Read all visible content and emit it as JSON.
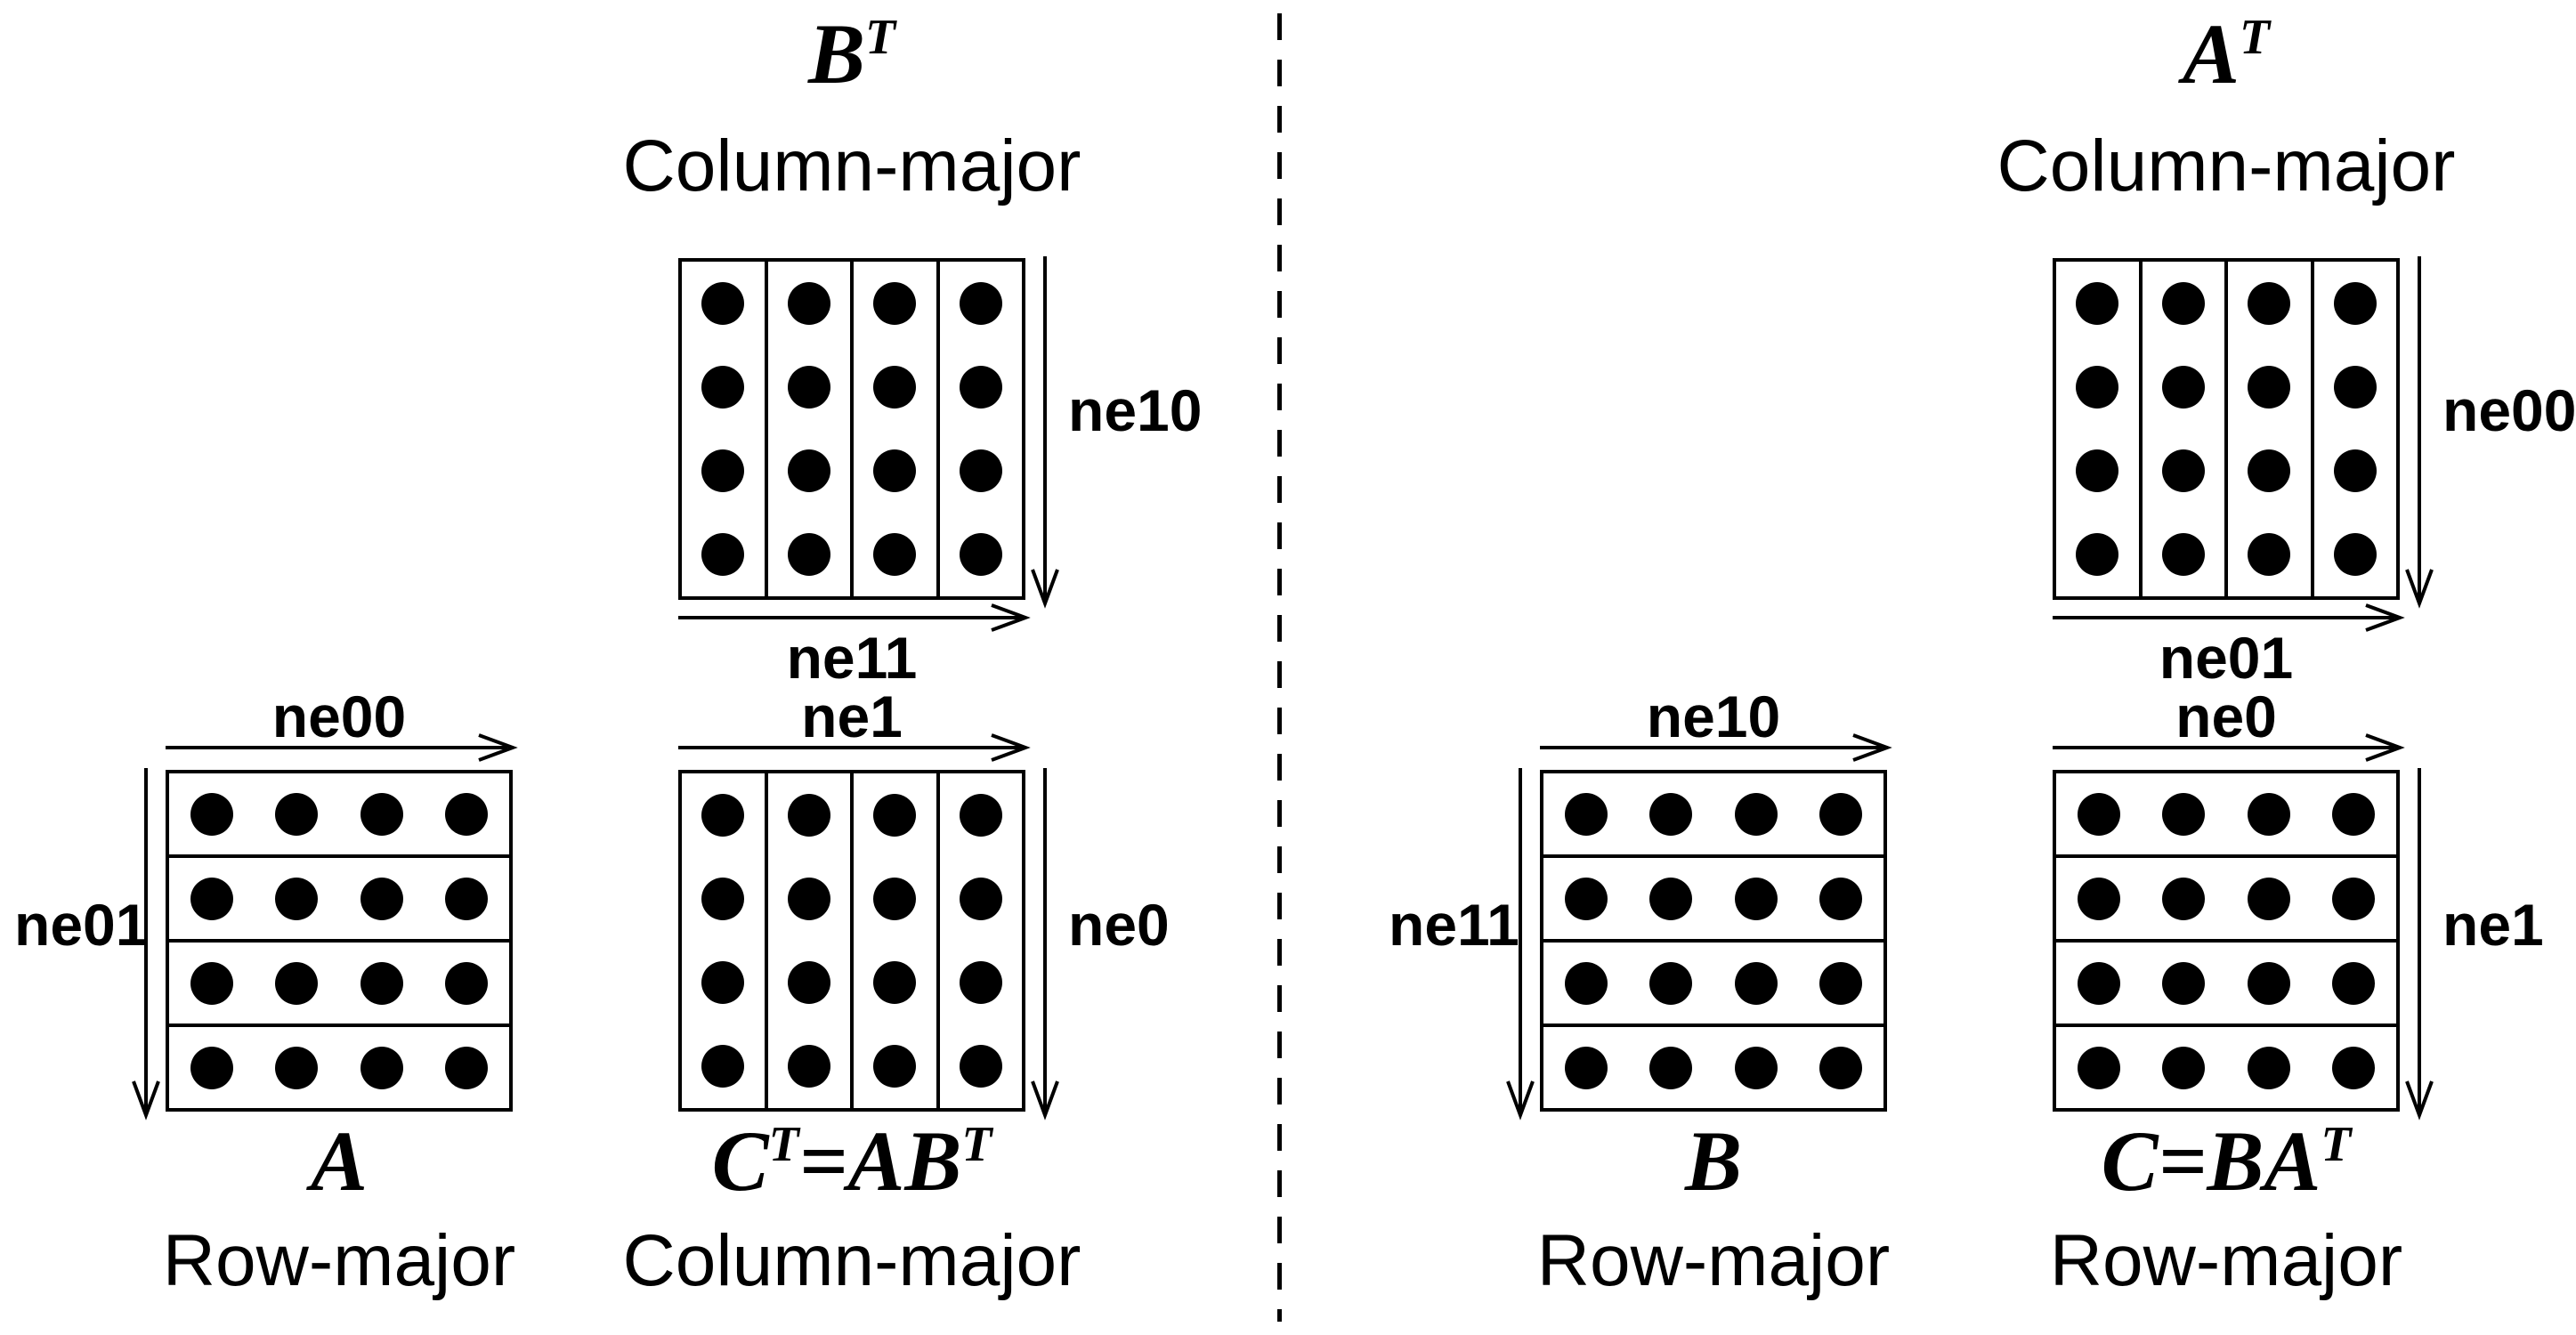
{
  "grid": {
    "cells": 4,
    "dots": 4
  },
  "left": {
    "bt": {
      "title": [
        "B",
        "T"
      ],
      "storage": "Column-major",
      "ne_right": "ne10",
      "ne_bottom": "ne11"
    },
    "a": {
      "ne_top": "ne00",
      "ne_left": "ne01",
      "title": [
        "A"
      ],
      "storage": "Row-major"
    },
    "ct": {
      "ne_top": "ne1",
      "ne_right": "ne0",
      "title": [
        "C",
        "T",
        "=AB",
        "T"
      ],
      "storage": "Column-major"
    }
  },
  "right": {
    "at": {
      "title": [
        "A",
        "T"
      ],
      "storage": "Column-major",
      "ne_right": "ne00",
      "ne_bottom": "ne01"
    },
    "b": {
      "ne_top": "ne10",
      "ne_left": "ne11",
      "title": [
        "B"
      ],
      "storage": "Row-major"
    },
    "c": {
      "ne_top": "ne0",
      "ne_right": "ne1",
      "title": [
        "C",
        "=BA",
        "T"
      ],
      "storage": "Row-major"
    }
  }
}
